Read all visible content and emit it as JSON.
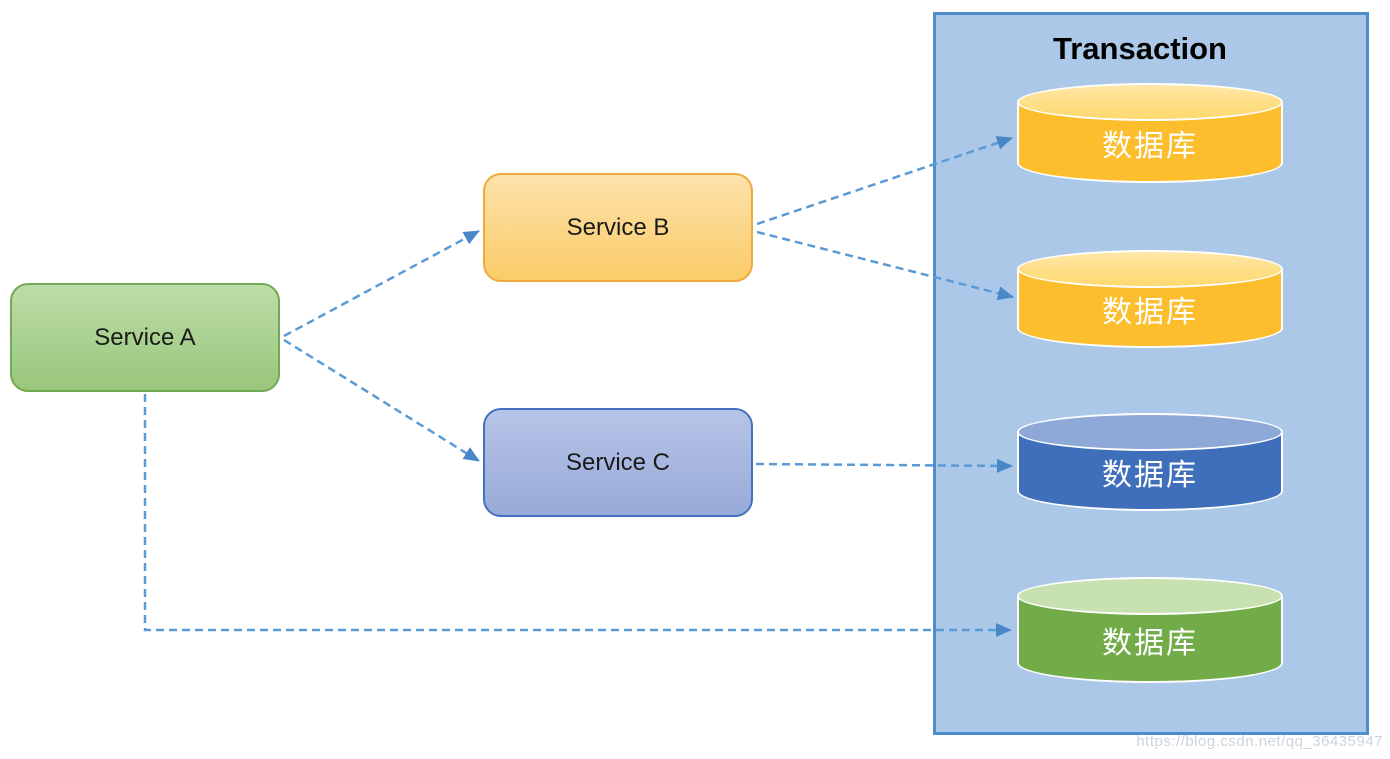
{
  "diagram": {
    "panel": {
      "title": "Transaction",
      "bg_color": "#abc8e8",
      "border_color": "#4e8ccb"
    },
    "services": [
      {
        "id": "service-a",
        "label": "Service A",
        "fill_color": "#a9d18e",
        "border_color": "#72a954"
      },
      {
        "id": "service-b",
        "label": "Service B",
        "fill_color": "#fbd36e",
        "border_color": "#f1a93d"
      },
      {
        "id": "service-c",
        "label": "Service C",
        "fill_color": "#a6b5e0",
        "border_color": "#4470c0"
      }
    ],
    "databases": [
      {
        "id": "database-1",
        "label": "数据库",
        "body_color": "#fcbe2d",
        "top_color": "#fed96f"
      },
      {
        "id": "database-2",
        "label": "数据库",
        "body_color": "#fcbe2d",
        "top_color": "#fed96f"
      },
      {
        "id": "database-3",
        "label": "数据库",
        "body_color": "#3f6fbb",
        "top_color": "#8ea9d8"
      },
      {
        "id": "database-4",
        "label": "数据库",
        "body_color": "#71ac48",
        "top_color": "#c7e1b0"
      }
    ],
    "connections": [
      {
        "from": "service-a",
        "to": "service-b",
        "style": "dashed-arrow"
      },
      {
        "from": "service-a",
        "to": "service-c",
        "style": "dashed-arrow"
      },
      {
        "from": "service-b",
        "to": "database-1",
        "style": "dashed-arrow"
      },
      {
        "from": "service-b",
        "to": "database-2",
        "style": "dashed-arrow"
      },
      {
        "from": "service-c",
        "to": "database-3",
        "style": "dashed-arrow"
      },
      {
        "from": "service-a",
        "to": "database-4",
        "style": "dashed-arrow-elbow"
      }
    ],
    "arrow_color": "#5b9bd5",
    "watermark": "https://blog.csdn.net/qq_36435947"
  }
}
